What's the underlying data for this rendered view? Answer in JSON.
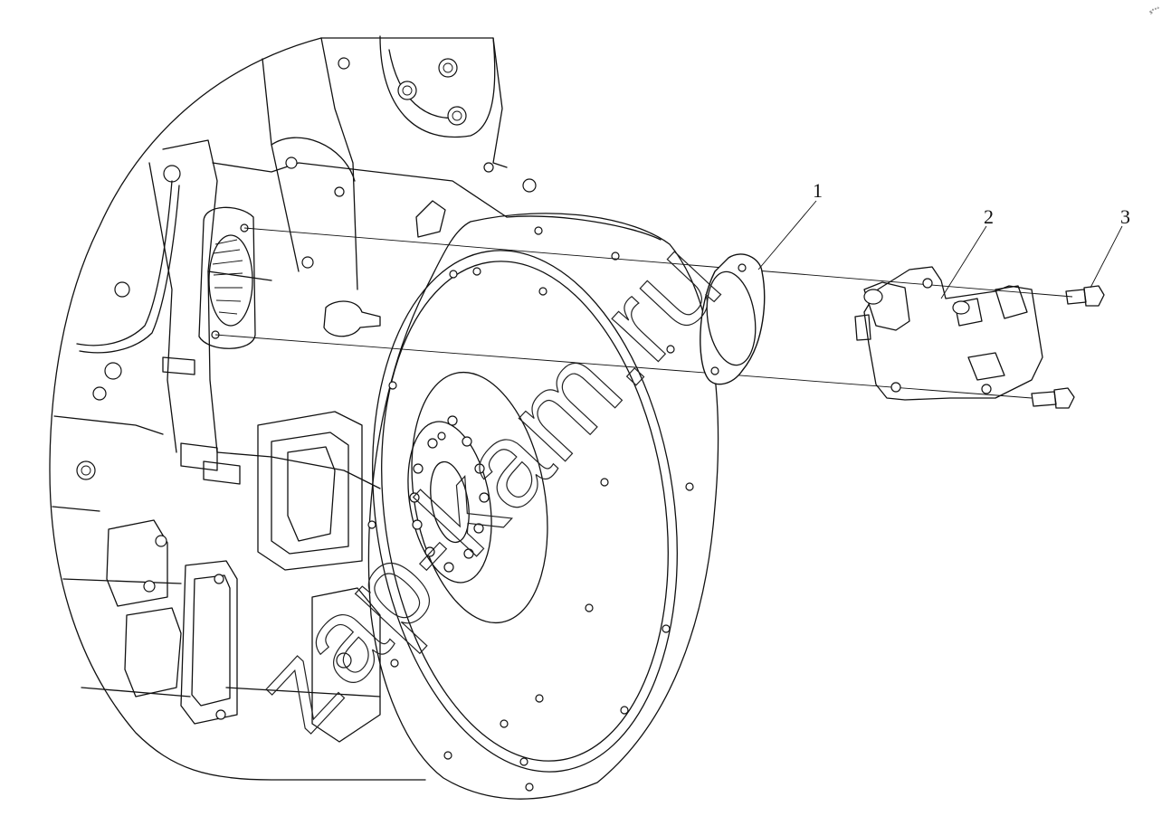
{
  "callouts": {
    "part_1": "1",
    "part_2": "2",
    "part_3": "3"
  },
  "watermark": "zap-kam.ru",
  "corner_mark": "s°°°",
  "colors": {
    "line": "#111111",
    "background": "#ffffff"
  }
}
